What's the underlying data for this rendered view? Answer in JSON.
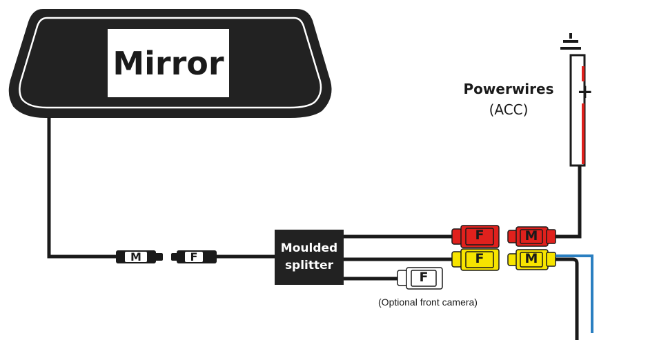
{
  "mirror": {
    "label": "Mirror"
  },
  "power": {
    "title": "Powerwires",
    "subtitle": "(ACC)",
    "plus": "+"
  },
  "splitter": {
    "label": "Moulded\nsplitter"
  },
  "plugs": {
    "mirror_male": "M",
    "mirror_female": "F",
    "red_female": "F",
    "red_male": "M",
    "yellow_female": "F",
    "yellow_male": "M",
    "white_female": "F"
  },
  "caption": {
    "optional_front_camera": "(Optional front camera)"
  },
  "colors": {
    "cable": "#1a1a1a",
    "red": "#e0211d",
    "yellow": "#f7e400",
    "blue": "#2a7fc1",
    "white": "#ffffff"
  }
}
